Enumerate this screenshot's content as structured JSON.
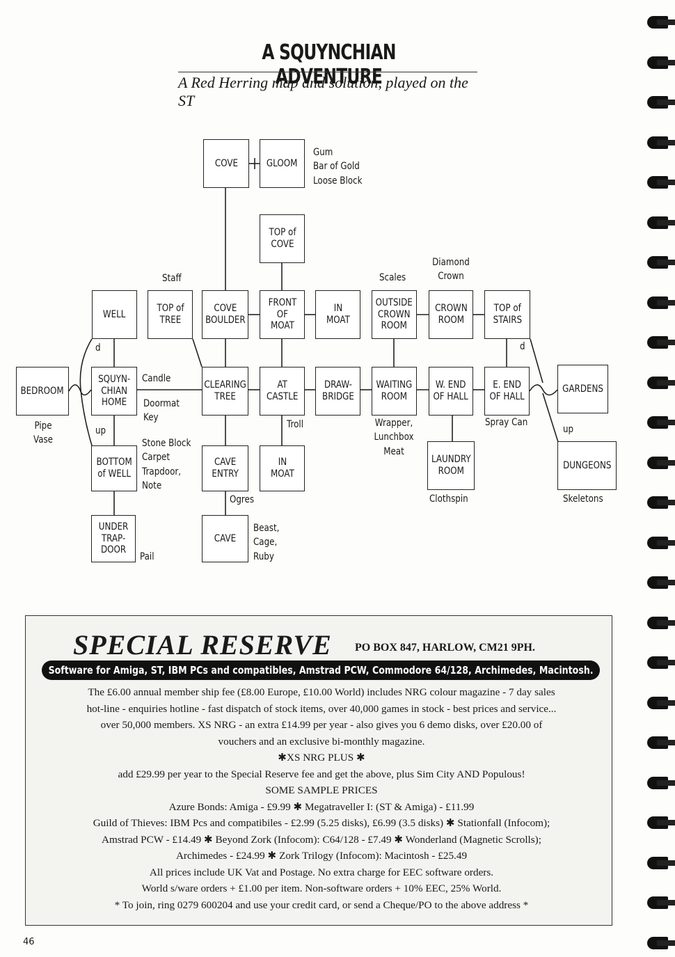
{
  "header": {
    "title": "A SQUYNCHIAN ADVENTURE",
    "subtitle": "A Red Herring map and solution, played on the ST"
  },
  "map": {
    "rooms": {
      "cove": "COVE",
      "gloom": "GLOOM",
      "top_of_cove": "TOP of\nCOVE",
      "well": "WELL",
      "top_of_tree": "TOP of\nTREE",
      "cove_boulder": "COVE\nBOULDER",
      "front_of_moat": "FRONT\nOF\nMOAT",
      "in_moat_top": "IN\nMOAT",
      "outside_crown_room": "OUTSIDE\nCROWN\nROOM",
      "crown_room": "CROWN\nROOM",
      "top_of_stairs": "TOP of\nSTAIRS",
      "bedroom": "BEDROOM",
      "squynchian_home": "SQUYN-\nCHIAN\nHOME",
      "clearing_tree": "CLEARING\nTREE",
      "at_castle": "AT\nCASTLE",
      "drawbridge": "DRAW-\nBRIDGE",
      "waiting_room": "WAITING\nROOM",
      "w_end_of_hall": "W. END\nOF HALL",
      "e_end_of_hall": "E. END\nOF HALL",
      "gardens": "GARDENS",
      "bottom_of_well": "BOTTOM\nof WELL",
      "cave_entry": "CAVE\nENTRY",
      "in_moat_bottom": "IN\nMOAT",
      "laundry_room": "LAUNDRY\nROOM",
      "dungeons": "DUNGEONS",
      "under_trapdoor": "UNDER\nTRAP-\nDOOR",
      "cave": "CAVE"
    },
    "labels": {
      "gloom_items": "Gum\nBar of Gold\nLoose Block",
      "staff": "Staff",
      "scales": "Scales",
      "diamond_crown": "Diamond\nCrown",
      "well_d": "d",
      "stairs_d": "d",
      "bedroom_items": "Pipe\nVase",
      "home_items_1": "Candle",
      "home_items_2": "Doormat\nKey",
      "well_up": "up",
      "troll": "Troll",
      "waiting_items": "Wrapper,\nLunchbox\nMeat",
      "spray_can": "Spray Can",
      "gardens_up": "up",
      "bottom_items": "Stone Block\nCarpet\nTrapdoor,\nNote",
      "ogres": "Ogres",
      "clothspin": "Clothspin",
      "skeletons": "Skeletons",
      "pail": "Pail",
      "cave_items": "Beast,\nCage,\nRuby"
    }
  },
  "ad": {
    "brand": "SPECIAL RESERVE",
    "address": "PO BOX 847, HARLOW, CM21 9PH.",
    "banner": "Software for Amiga, ST, IBM PCs and compatibles, Amstrad PCW, Commodore 64/128, Archimedes, Macintosh.",
    "lines": [
      "The £6.00 annual member ship fee (£8.00 Europe, £10.00 World) includes NRG colour magazine - 7 day sales",
      "hot-line - enquiries hotline - fast dispatch of stock items, over 40,000 games in stock - best prices and service...",
      "over 50,000 members. XS NRG - an extra £14.99 per year - also gives you 6 demo disks, over £20.00 of",
      "vouchers and an exclusive bi-monthly magazine.",
      "✱XS NRG PLUS ✱",
      "add £29.99 per year to the Special Reserve fee and get  the above, plus Sim City AND Populous!",
      "SOME SAMPLE PRICES",
      "Azure Bonds: Amiga - £9.99 ✱ Megatraveller I: (ST & Amiga) - £11.99",
      "Guild of Thieves: IBM Pcs and compatibiles - £2.99 (5.25 disks), £6.99 (3.5 disks) ✱ Stationfall (Infocom);",
      "Amstrad PCW - £14.49 ✱ Beyond Zork (Infocom): C64/128 - £7.49  ✱  Wonderland (Magnetic Scrolls);",
      "Archimedes - £24.99 ✱ Zork Trilogy (Infocom): Macintosh - £25.49",
      "All prices include UK Vat and Postage. No extra charge for EEC software orders.",
      "World s/ware orders + £1.00 per item. Non-software orders + 10% EEC, 25% World.",
      "* To join, ring 0279 600204 and use your credit card, or send a Cheque/PO to the above address *"
    ]
  },
  "page_number": "46"
}
